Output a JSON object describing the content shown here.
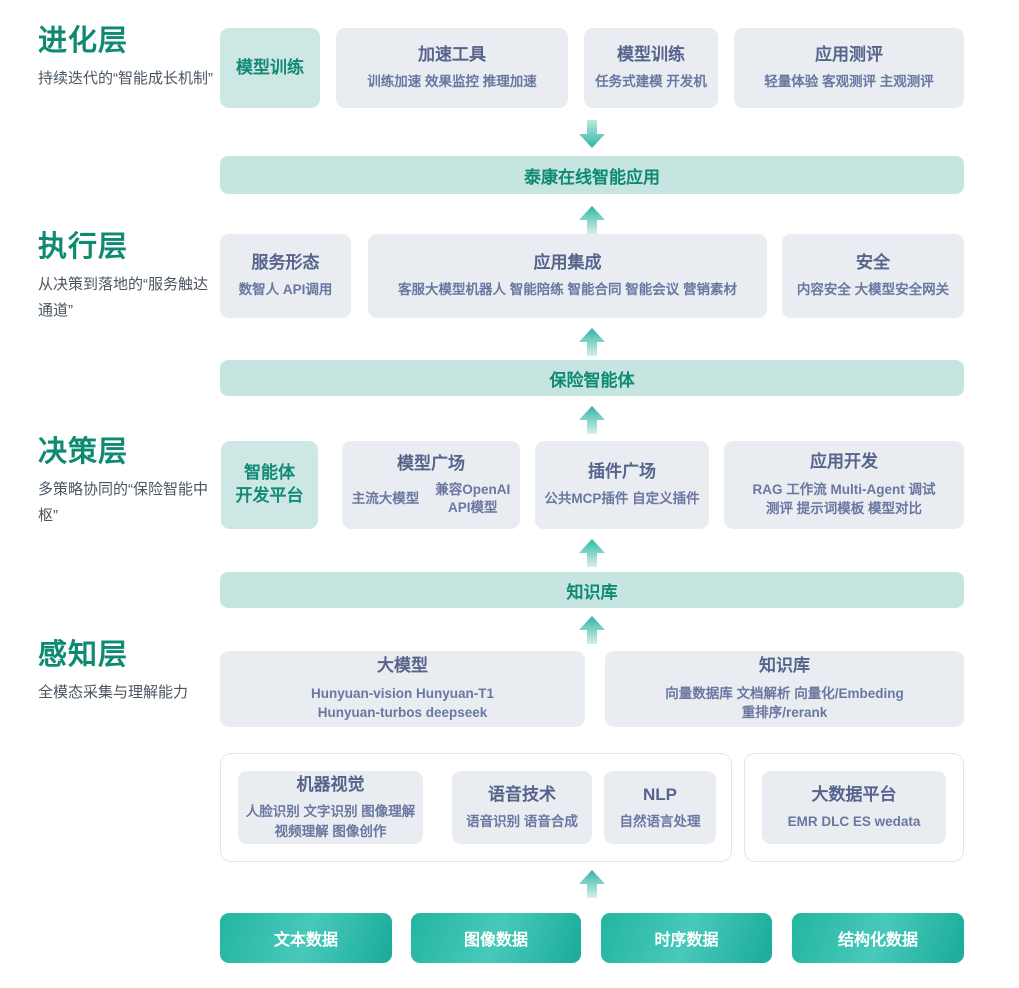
{
  "layers": [
    {
      "id": "evolution",
      "title": "进化层",
      "desc": "持续迭代的“智能成长机制”"
    },
    {
      "id": "execution",
      "title": "执行层",
      "desc": "从决策到落地的“服务触达通道”"
    },
    {
      "id": "decision",
      "title": "决策层",
      "desc": "多策略协同的“保险智能中枢”"
    },
    {
      "id": "perception",
      "title": "感知层",
      "desc": "全模态采集与理解能力"
    }
  ],
  "evolution_row": {
    "accent": {
      "title": "模型训练"
    },
    "cards": [
      {
        "title": "加速工具",
        "sub": "训练加速 效果监控 推理加速"
      },
      {
        "title": "模型训练",
        "sub": "任务式建模 开发机"
      },
      {
        "title": "应用测评",
        "sub": "轻量体验 客观测评 主观测评"
      }
    ]
  },
  "banner_app": {
    "text": "泰康在线智能应用"
  },
  "execution_row": {
    "cards": [
      {
        "title": "服务形态",
        "sub": "数智人 API调用"
      },
      {
        "title": "应用集成",
        "sub": "客服大模型机器人 智能陪练 智能合同 智能会议 营销素材"
      },
      {
        "title": "安全",
        "sub": "内容安全 大模型安全网关"
      }
    ]
  },
  "banner_agent": {
    "text": "保险智能体"
  },
  "decision_row": {
    "accent": {
      "title_line1": "智能体",
      "title_line2": "开发平台"
    },
    "cards": [
      {
        "title": "模型广场",
        "sub_left": "主流大模型",
        "sub_right_line1": "兼容OpenAI",
        "sub_right_line2": "API模型"
      },
      {
        "title": "插件广场",
        "sub": "公共MCP插件 自定义插件"
      },
      {
        "title": "应用开发",
        "sub_line1": "RAG 工作流 Multi-Agent 调试",
        "sub_line2": "测评 提示词模板 模型对比"
      }
    ]
  },
  "banner_kb": {
    "text": "知识库"
  },
  "perception": {
    "row_models": [
      {
        "title": "大模型",
        "sub_line1": "Hunyuan-vision Hunyuan-T1",
        "sub_line2": "Hunyuan-turbos deepseek"
      },
      {
        "title": "知识库",
        "sub_line1": "向量数据库 文档解析 向量化/Embeding",
        "sub_line2": "重排序/rerank"
      }
    ],
    "group_left": [
      {
        "title": "机器视觉",
        "sub_line1": "人脸识别 文字识别 图像理解",
        "sub_line2": "视频理解 图像创作"
      },
      {
        "title": "语音技术",
        "sub": "语音识别 语音合成"
      },
      {
        "title": "NLP",
        "sub": "自然语言处理"
      }
    ],
    "group_right": [
      {
        "title": "大数据平台",
        "sub": "EMR DLC ES wedata"
      }
    ]
  },
  "data_sources": [
    {
      "label": "文本数据"
    },
    {
      "label": "图像数据"
    },
    {
      "label": "时序数据"
    },
    {
      "label": "结构化数据"
    }
  ],
  "icons": {
    "arrow_down": "arrow-down-icon",
    "arrow_up": "arrow-up-icon"
  },
  "colors": {
    "accent_green": "#0f8a72",
    "teal_light": "#cce7e4",
    "banner": "#c6e5e1",
    "card_gray": "#e9edf2",
    "card_title": "#56648c",
    "chip_gradient_start": "#23b5a0",
    "chip_gradient_end": "#19ab9a"
  }
}
